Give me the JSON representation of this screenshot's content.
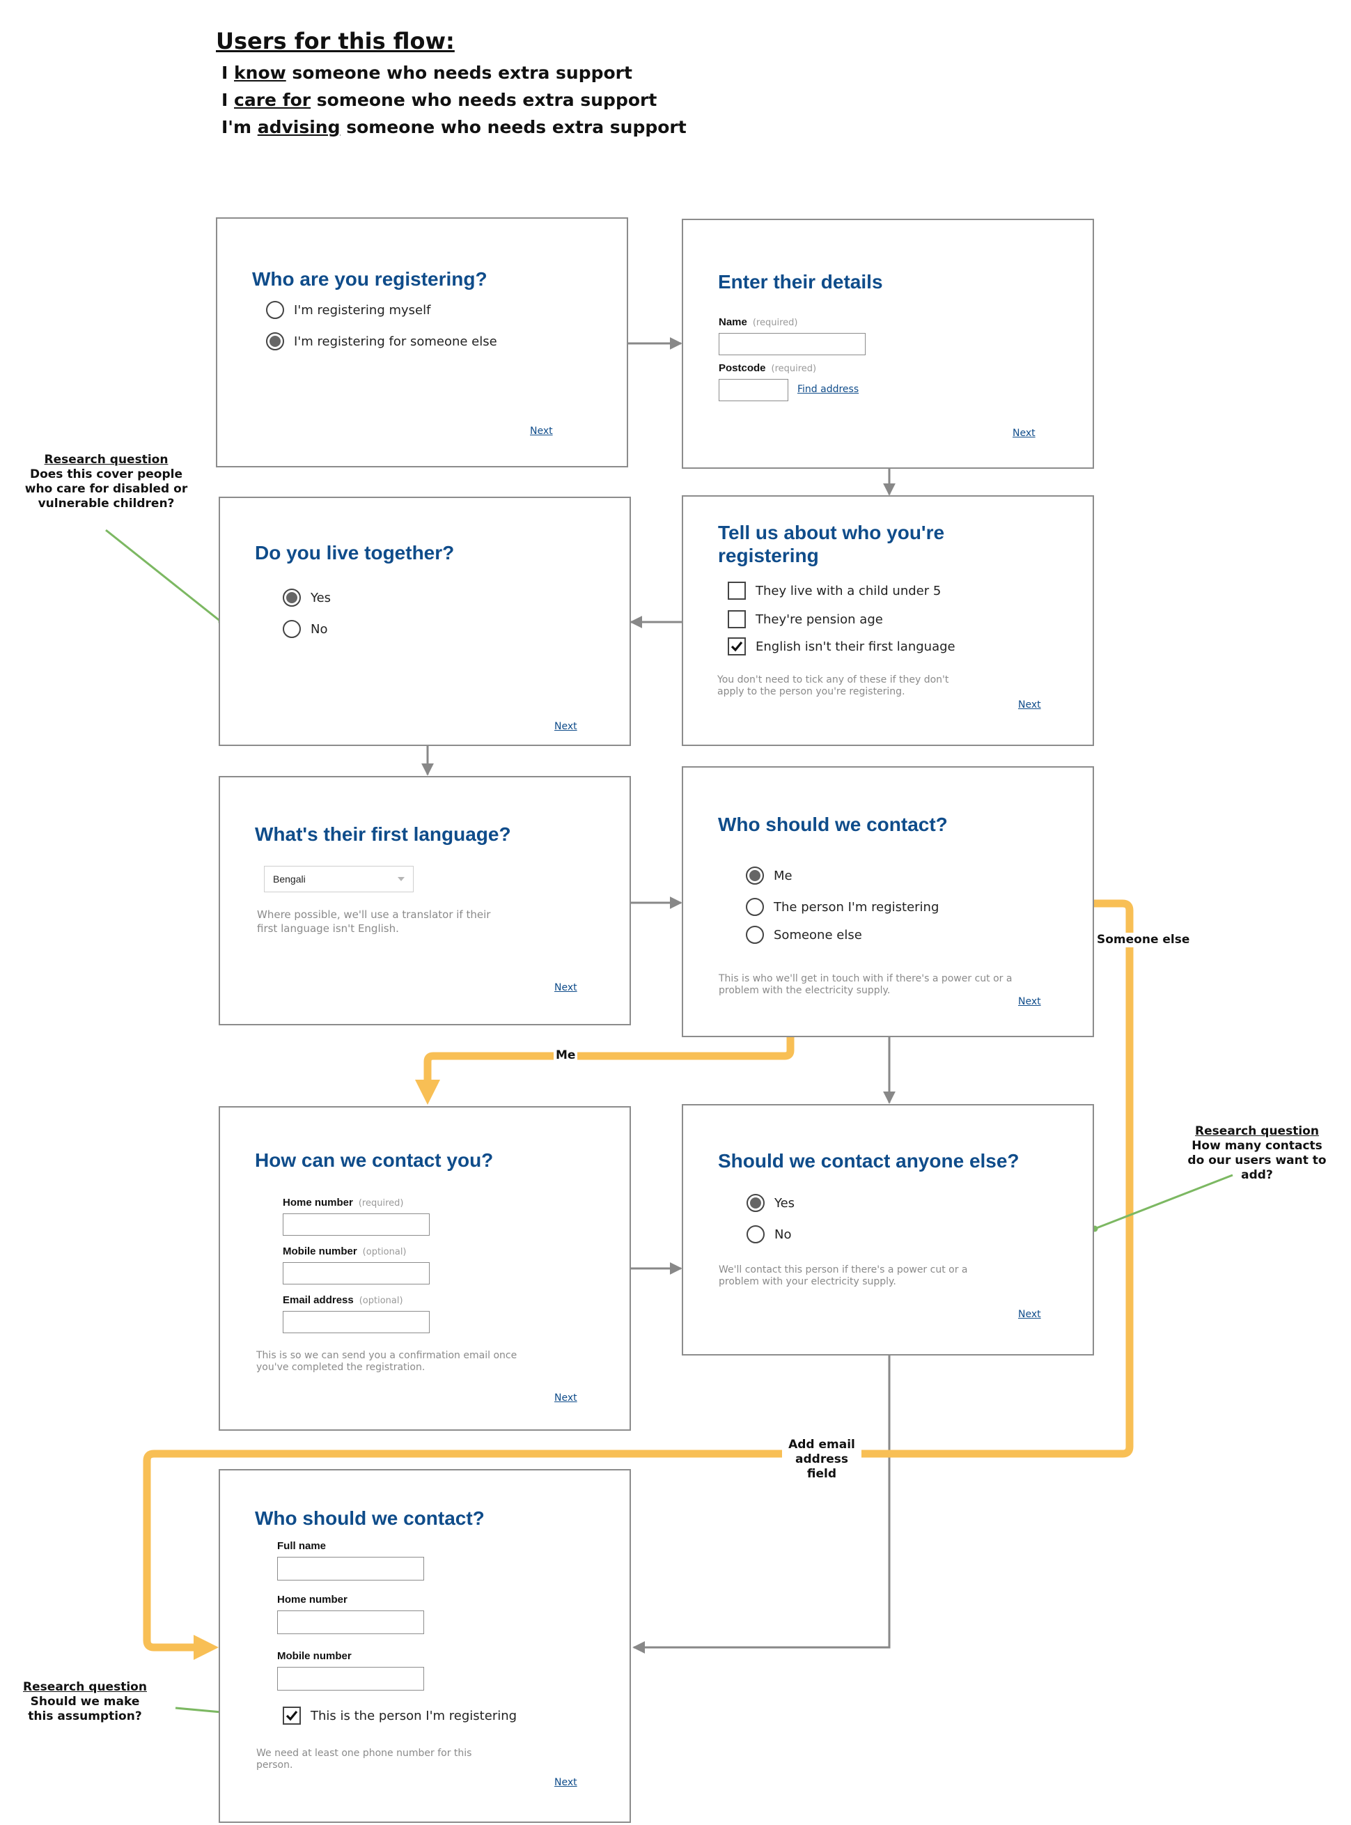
{
  "header": {
    "title": "Users for this flow:",
    "lines": [
      {
        "pre": "I ",
        "key": "know",
        "post": " someone who needs extra support"
      },
      {
        "pre": "I ",
        "key": "care for",
        "post": " someone who needs extra support"
      },
      {
        "pre": "I'm ",
        "key": "advising",
        "post": " someone who needs extra support"
      }
    ]
  },
  "colors": {
    "title": "#0f4c8a",
    "highlight_path": "#f8bf55",
    "note_line": "#7cb862",
    "arrow": "#888888"
  },
  "screens": {
    "who_registering": {
      "title": "Who are you registering?",
      "options": [
        {
          "label": "I'm registering myself",
          "selected": false
        },
        {
          "label": "I'm registering for someone else",
          "selected": true
        }
      ],
      "next": "Next"
    },
    "their_details": {
      "title": "Enter their details",
      "name_label": "Name",
      "name_hint": "(required)",
      "postcode_label": "Postcode",
      "postcode_hint": "(required)",
      "find_address": "Find address",
      "next": "Next"
    },
    "tell_us": {
      "title_line1": "Tell us about who you're",
      "title_line2": "registering",
      "checks": [
        {
          "label": "They live with a child under 5",
          "checked": false
        },
        {
          "label": "They're pension age",
          "checked": false
        },
        {
          "label": "English isn't their first language",
          "checked": true
        }
      ],
      "help_line1": "You don't need to tick any of these if they don't",
      "help_line2": "apply to the person you're registering.",
      "next": "Next"
    },
    "live_together": {
      "title": "Do you live together?",
      "options": [
        {
          "label": "Yes",
          "selected": true
        },
        {
          "label": "No",
          "selected": false
        }
      ],
      "next": "Next"
    },
    "first_language": {
      "title": "What's their first language?",
      "select_value": "Bengali",
      "help_line1": "Where possible, we'll use a translator if their",
      "help_line2": "first language isn't English.",
      "next": "Next"
    },
    "who_contact": {
      "title": "Who should we contact?",
      "options": [
        {
          "label": "Me",
          "selected": true
        },
        {
          "label": "The person I'm registering",
          "selected": false
        },
        {
          "label": "Someone else",
          "selected": false
        }
      ],
      "help_line1": "This is who we'll get in touch with if there's a power cut or a",
      "help_line2": "problem with the electricity supply.",
      "next": "Next"
    },
    "how_contact": {
      "title": "How can we contact you?",
      "fields": [
        {
          "label": "Home number",
          "hint": "(required)"
        },
        {
          "label": "Mobile number",
          "hint": "(optional)"
        },
        {
          "label": "Email address",
          "hint": "(optional)"
        }
      ],
      "help_line1": "This is so we can send you a confirmation email once",
      "help_line2": "you've completed the registration.",
      "next": "Next"
    },
    "anyone_else": {
      "title": "Should we contact anyone else?",
      "options": [
        {
          "label": "Yes",
          "selected": true
        },
        {
          "label": "No",
          "selected": false
        }
      ],
      "help_line1": "We'll contact this person if there's a power cut or a",
      "help_line2": "problem with your electricity supply.",
      "next": "Next"
    },
    "contact_details": {
      "title": "Who should we contact?",
      "fields": [
        {
          "label": "Full name"
        },
        {
          "label": "Home number"
        },
        {
          "label": "Mobile number"
        }
      ],
      "check_label": "This is the person I'm registering",
      "check_checked": true,
      "help_line1": "We need at least one phone number for this",
      "help_line2": "person.",
      "next": "Next"
    }
  },
  "notes": [
    {
      "title": "Research question",
      "lines": [
        "Does this cover people",
        "who care for disabled or",
        "vulnerable children?"
      ]
    },
    {
      "title": "Research question",
      "lines": [
        "How many contacts",
        "do our users want to add?"
      ]
    },
    {
      "title": "Research question",
      "lines": [
        "Should we make",
        "this assumption?"
      ]
    }
  ],
  "edge_labels": {
    "someone_else": "Someone else",
    "me": "Me",
    "add_email_line1": "Add email",
    "add_email_line2": "address",
    "add_email_line3": "field"
  }
}
